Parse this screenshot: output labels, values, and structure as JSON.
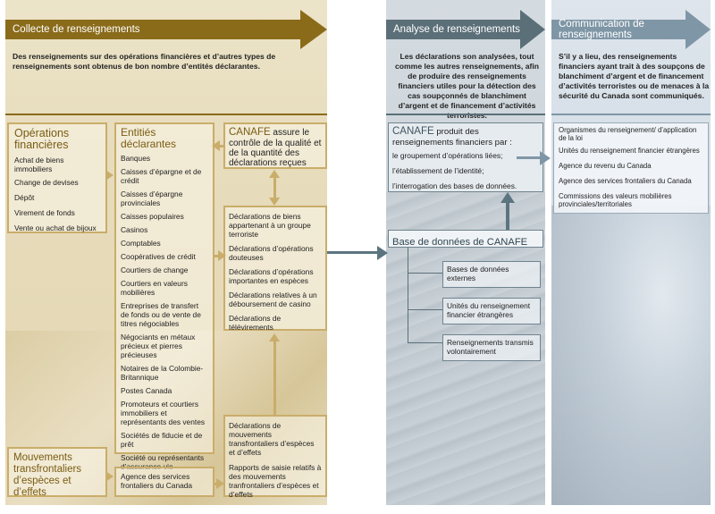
{
  "headers": {
    "collect": "Collecte de renseignements",
    "analyse": "Analyse de renseignements",
    "communicate": "Communication de renseignements"
  },
  "intros": {
    "collect": "Des renseignements sur des opérations financières et d’autres types de renseignements sont obtenus de bon nombre d’entités déclarantes.",
    "analyse": "Les déclarations son analysées, tout comme les autres renseignements, afin de produire des renseignements financiers utiles pour la détection des cas soupçonnés de blanchiment d’argent et de financement d’activités terroristes.",
    "communicate": "S’il y a lieu, des renseignements financiers ayant trait à des soupçons de blanchiment d’argent et de financement d’activités terroristes ou de menaces à la sécurité du Canada sont communiqués."
  },
  "operations": {
    "title": "Opérations financières",
    "items": [
      "Achat de biens immobiliers",
      "Change de devises",
      "Dépôt",
      "Virement de fonds",
      "Vente ou achat de bijoux"
    ]
  },
  "entities": {
    "title": "Entitiés déclarantes",
    "items": [
      "Banques",
      "Caisses d’épargne et de crédit",
      "Caisses d’épargne provinciales",
      "Caisses populaires",
      "Casinos",
      "Comptables",
      "Coopératives de crédit",
      "Courtiers de change",
      "Courtiers en valeurs mobilières",
      "Entreprises de transfert de fonds ou de vente de titres négociables",
      "Négociants en métaux précieux et pierres précieuses",
      "Notaires de la Colombie-Britannique",
      "Postes Canada",
      "Promoteurs et courtiers immobiliers et représentants des ventes",
      "Sociétés de fiducie et de prêt",
      "Société ou représentants d’assurance-vie"
    ]
  },
  "canafe_box": {
    "brand": "CANAFE",
    "text": " assure le contrôle de la qualité et de la quantité des déclarations reçues"
  },
  "reports": {
    "items": [
      "Déclarations de biens appartenant à un groupe terroriste",
      "Déclarations d’opérations douteuses",
      "Déclarations d’opérations importantes en espèces",
      "Déclarations relatives à un déboursement de casino",
      "Déclarations de télévirements"
    ]
  },
  "crossborder": {
    "title": "Mouvements transfrontaliers d’espèces et d’effets",
    "agency": "Agence des services frontaliers du Canada",
    "reports": [
      "Déclarations de mouvements transfrontaliers d’espèces et d’effets",
      "Rapports de saisie relatifs à des mouvements tranfrontaliers d’espèces et d’effets"
    ]
  },
  "produces": {
    "brand": "CANAFE",
    "lead": " produit des renseignements financiers par :",
    "items": [
      "le groupement d’opérations liées;",
      "l’établissement de l’identité;",
      "l’interrogation des bases de données."
    ]
  },
  "database": {
    "title": "Base de données de CANAFE",
    "sources": [
      "Bases de données externes",
      "Unités du renseignement financier étrangères",
      "Renseignements transmis volontairement"
    ]
  },
  "recipients": {
    "items": [
      "Organismes du renseignement/ d’application de la loi",
      "Unités du renseignement financier étrangères",
      "Agence du revenu du Canada",
      "Agence des services frontaliers du Canada",
      "Commissions des valeurs mobilières provinciales/territoriales"
    ]
  },
  "colors": {
    "gold": "#8a6b1a",
    "gold_light": "#c9ad6a",
    "slate": "#5b6f78",
    "steel": "#7f96a6"
  }
}
